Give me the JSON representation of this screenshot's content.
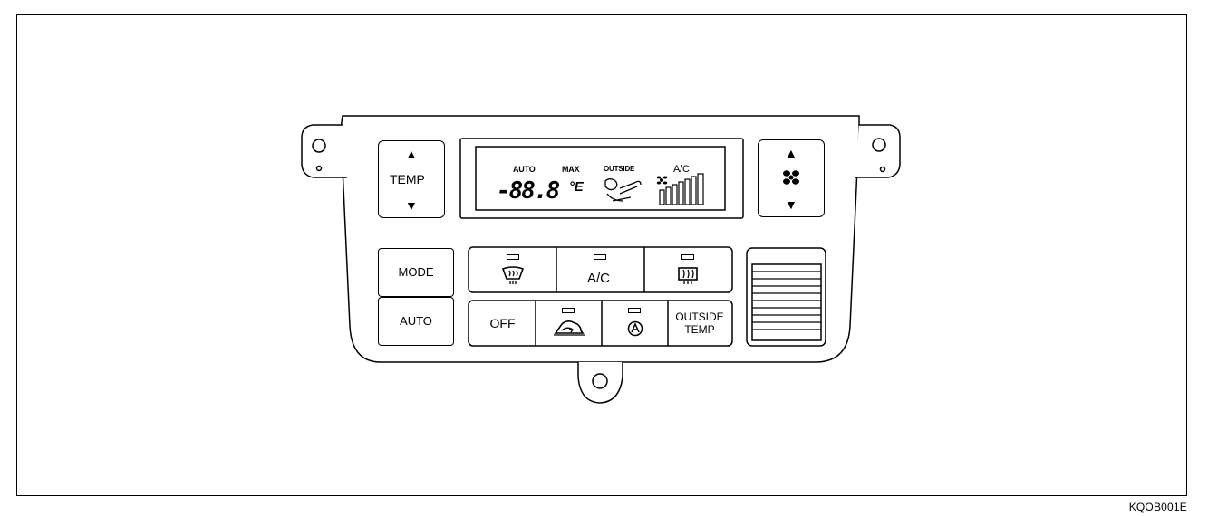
{
  "diagram_code": "KQOB001E",
  "temp_control": {
    "label": "TEMP",
    "up": "▲",
    "down": "▼"
  },
  "fan_control": {
    "up": "▲",
    "down": "▼",
    "icon": "fan-icon"
  },
  "display": {
    "auto": "AUTO",
    "max": "MAX",
    "outside": "OUTSIDE",
    "ac": "A/C",
    "digits": "-88.8",
    "unit": "°E"
  },
  "buttons": {
    "mode": "MODE",
    "auto": "AUTO",
    "ac": "A/C",
    "off": "OFF",
    "outside_temp_line1": "OUTSIDE",
    "outside_temp_line2": "TEMP"
  },
  "icons": {
    "defrost_front": "front-defrost-icon",
    "defrost_rear": "rear-defrost-icon",
    "recirculation": "recirculation-icon",
    "auto_a": "auto-a-icon"
  }
}
